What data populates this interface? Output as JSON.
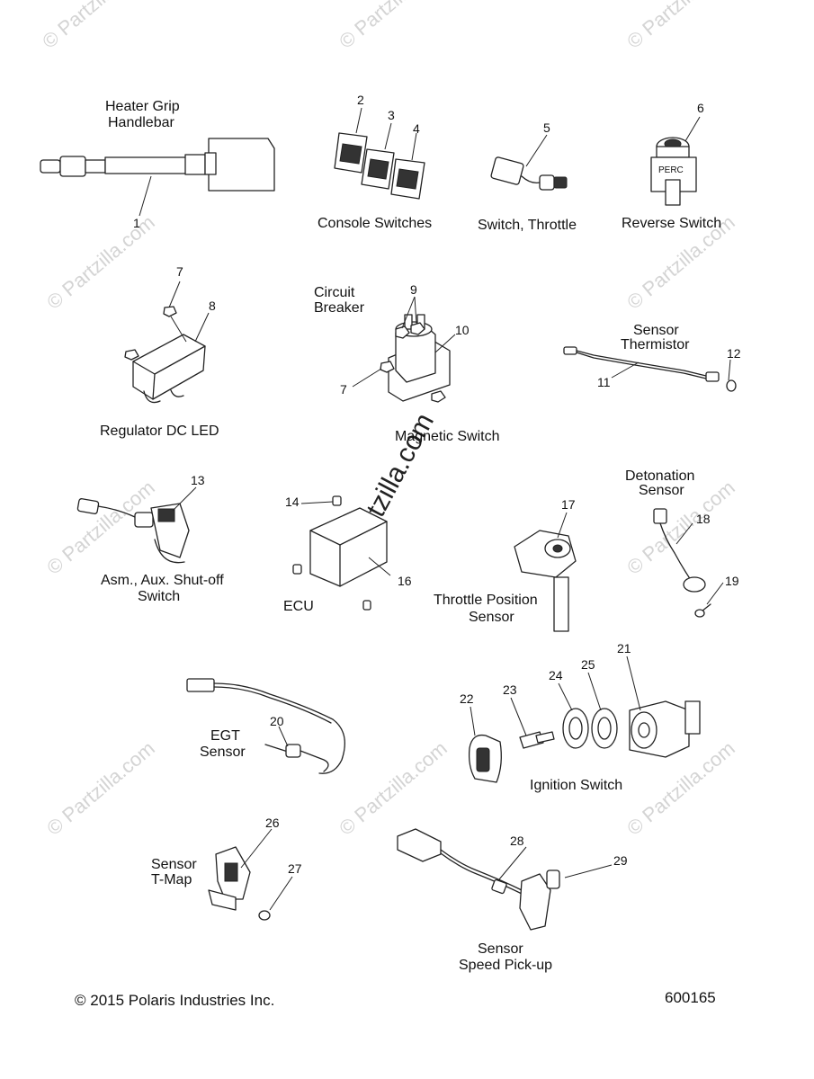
{
  "watermark": {
    "text": "© Partzilla.com",
    "center_text": "© Partzilla.com"
  },
  "groups": {
    "heater_grip": [
      "Heater Grip",
      "Handlebar"
    ],
    "console_switches": [
      "Console Switches"
    ],
    "switch_throttle": [
      "Switch, Throttle"
    ],
    "reverse_switch": [
      "Reverse Switch"
    ],
    "circuit_breaker": [
      "Circuit",
      "Breaker"
    ],
    "sensor_thermistor": [
      "Sensor",
      "Thermistor"
    ],
    "regulator": [
      "Regulator DC LED"
    ],
    "magnetic_switch": [
      "Magnetic Switch"
    ],
    "detonation_sensor": [
      "Detonation",
      "Sensor"
    ],
    "aux_shutoff": [
      "Asm., Aux. Shut-off",
      "Switch"
    ],
    "ecu": [
      "ECU"
    ],
    "throttle_position": [
      "Throttle Position",
      "Sensor"
    ],
    "egt_sensor": [
      "EGT",
      "Sensor"
    ],
    "ignition_switch": [
      "Ignition Switch"
    ],
    "sensor_tmap": [
      "Sensor",
      "T-Map"
    ],
    "speed_pickup": [
      "Sensor",
      "Speed Pick-up"
    ]
  },
  "callouts": [
    "1",
    "2",
    "3",
    "4",
    "5",
    "6",
    "7",
    "8",
    "9",
    "10",
    "11",
    "12",
    "13",
    "14",
    "16",
    "17",
    "18",
    "19",
    "20",
    "21",
    "22",
    "23",
    "24",
    "25",
    "26",
    "27",
    "28",
    "29"
  ],
  "callout_7b": "7",
  "perc_label": "PERC",
  "footer": {
    "copyright": "© 2015 Polaris Industries Inc.",
    "diagram_number": "600165"
  }
}
